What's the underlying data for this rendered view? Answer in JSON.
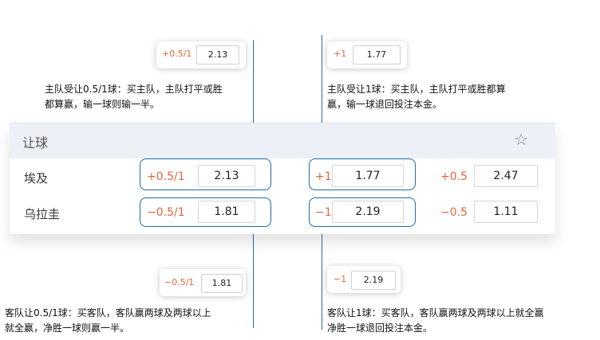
{
  "panel": {
    "title": "让球",
    "star_icon": "star-outline"
  },
  "rows": [
    {
      "team": "埃及",
      "h1_line": "+0.5/1",
      "h1_odds": "2.13",
      "h2_line": "+1",
      "h2_odds": "1.77",
      "h3_line": "+0.5",
      "h3_odds": "2.47"
    },
    {
      "team": "乌拉圭",
      "h1_line": "−0.5/1",
      "h1_odds": "1.81",
      "h2_line": "−1",
      "h2_odds": "2.19",
      "h3_line": "−0.5",
      "h3_odds": "1.11"
    }
  ],
  "callouts": {
    "top_left": {
      "line": "+0.5/1",
      "odds": "2.13",
      "note_l1": "主队受让0.5/1球：买主队，主队打平或胜",
      "note_l2": "都算赢，输一球则输一半。"
    },
    "top_right": {
      "line": "+1",
      "odds": "1.77",
      "note_l1": "主队受让1球：买主队，主队打平或胜都算",
      "note_l2": "赢，输一球退回投注本金。"
    },
    "bottom_left": {
      "line": "−0.5/1",
      "odds": "1.81",
      "note_l1": "客队让0.5/1球：买客队，客队赢两球及两球以上",
      "note_l2": "就全赢，净胜一球则赢一半。"
    },
    "bottom_right": {
      "line": "−1",
      "odds": "2.19",
      "note_l1": "客队让1球：买客队，客队赢两球及两球以上就全赢",
      "note_l2": "净胜一球退回投注本金。"
    }
  },
  "colors": {
    "accent_line": "#2c6aa0",
    "handicap_text": "#e0663b",
    "header_bg": "#edf0f7"
  }
}
